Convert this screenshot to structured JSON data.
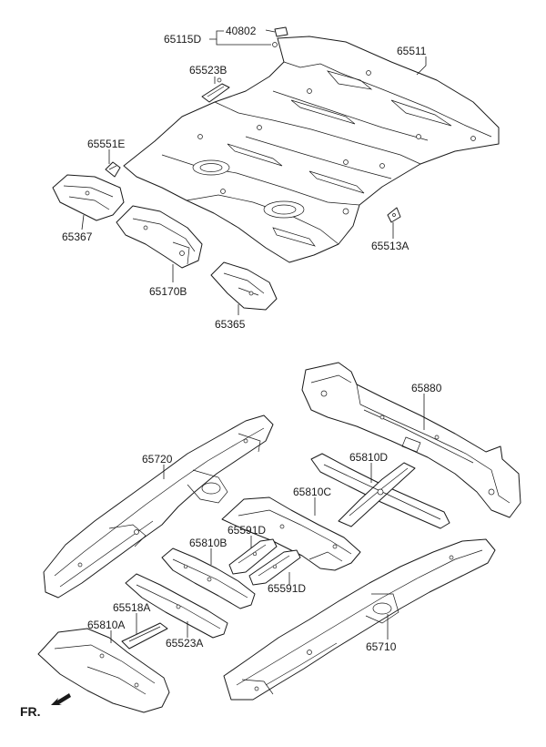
{
  "labels": {
    "p65115D": "65115D",
    "p40802": "40802",
    "p65511": "65511",
    "p65523B": "65523B",
    "p65551E": "65551E",
    "p65367": "65367",
    "p65170B": "65170B",
    "p65365": "65365",
    "p65513A": "65513A",
    "p65880": "65880",
    "p65720": "65720",
    "p65810D": "65810D",
    "p65810C": "65810C",
    "p65591D_top": "65591D",
    "p65810B": "65810B",
    "p65591D_bottom": "65591D",
    "p65518A": "65518A",
    "p65810A": "65810A",
    "p65523A": "65523A",
    "p65710": "65710"
  },
  "direction": {
    "text": "FR."
  },
  "icons": {
    "direction_arrow": "front-direction-arrow-icon"
  }
}
